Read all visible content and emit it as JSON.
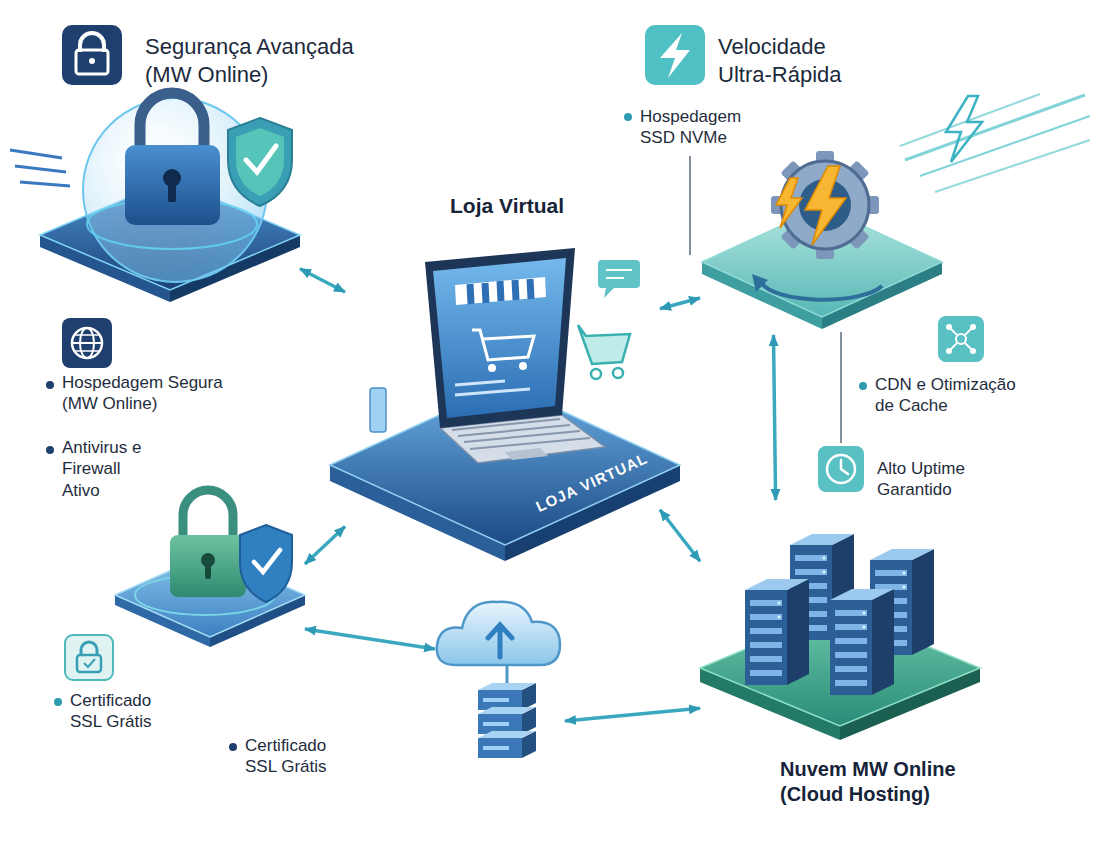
{
  "diagram": {
    "nodes": [
      {
        "text": [
          "Segurança Avançada (MW Online)"
        ]
      },
      {
        "text": [
          "Velocidade Ultra-Rápida"
        ]
      },
      {
        "text": [
          "Loja Virtual",
          "LOJA VIRTUAL"
        ]
      },
      {
        "text": [
          "Certificado SSL Grátis"
        ]
      },
      {
        "text": [
          "Certificado SSL Grátis"
        ]
      },
      {
        "text": [
          "Nuvem MW Online (Cloud Hosting)"
        ]
      }
    ],
    "edges": [
      {
        "from": 0,
        "to": 2,
        "arrow": "both"
      },
      {
        "from": 2,
        "to": 1,
        "arrow": "both"
      },
      {
        "from": 1,
        "to": 5,
        "arrow": "both"
      },
      {
        "from": 2,
        "to": 5,
        "arrow": "both"
      },
      {
        "from": 2,
        "to": 3,
        "arrow": "both"
      },
      {
        "from": 3,
        "to": 4,
        "arrow": "both"
      },
      {
        "from": 4,
        "to": 5,
        "arrow": "both"
      }
    ],
    "labels": [
      "Hospedagem SSD NVMe",
      "Hospedagem Segura (MW Online)",
      "Antivirus e Firewall Ativo",
      "CDN e Otimização de Cache",
      "Alto Uptime Garantido"
    ]
  }
}
